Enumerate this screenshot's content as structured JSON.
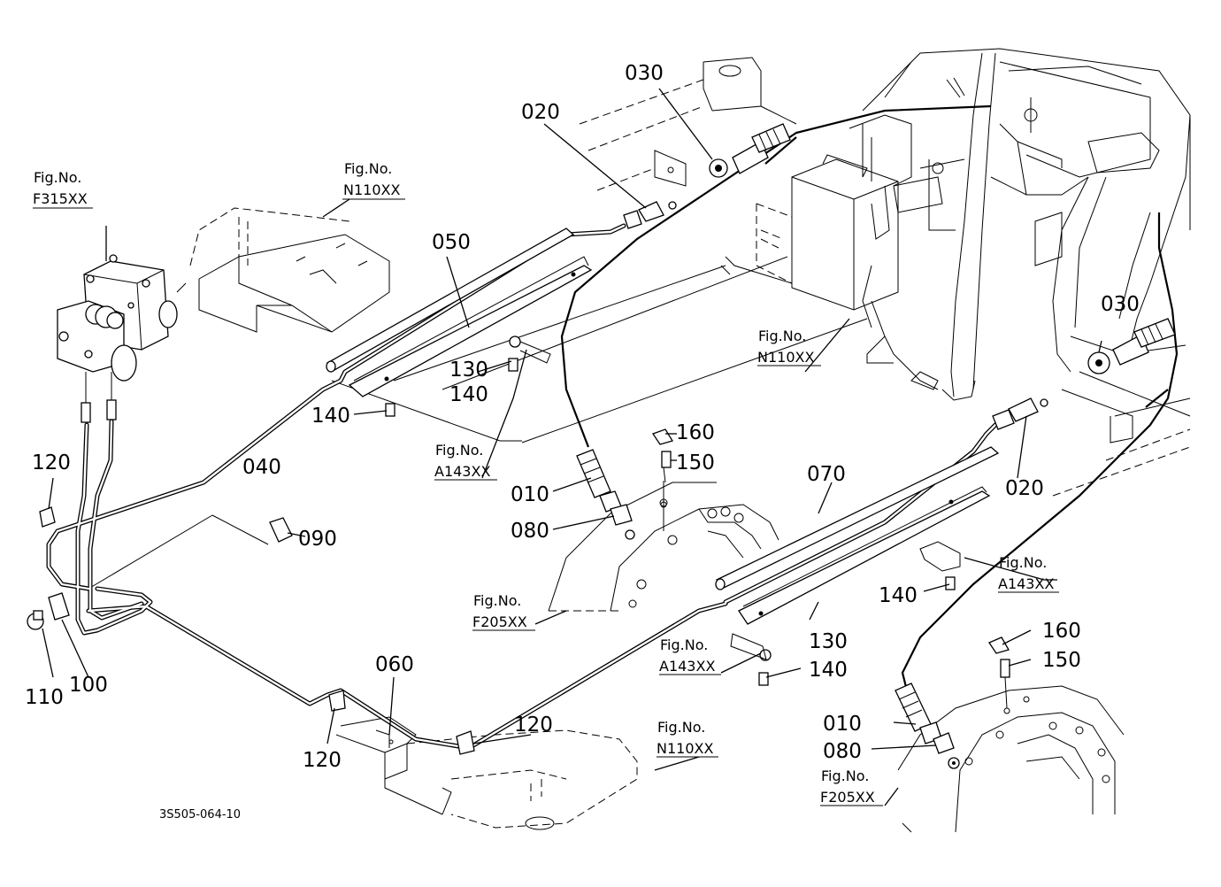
{
  "diagram_code": "3S505-064-10",
  "fig_refs": {
    "f315": [
      "Fig.No.",
      "F315XX"
    ],
    "n110_top": [
      "Fig.No.",
      "N110XX"
    ],
    "n110_mid": [
      "Fig.No.",
      "N110XX"
    ],
    "n110_bot": [
      "Fig.No.",
      "N110XX"
    ],
    "a143_left": [
      "Fig.No.",
      "A143XX"
    ],
    "a143_mid": [
      "Fig.No.",
      "A143XX"
    ],
    "a143_right": [
      "Fig.No.",
      "A143XX"
    ],
    "f205_left": [
      "Fig.No.",
      "F205XX"
    ],
    "f205_right": [
      "Fig.No.",
      "F205XX"
    ]
  },
  "part_labels": {
    "p030_top": "030",
    "p020_top": "020",
    "p050": "050",
    "p130_left": "130",
    "p140_a": "140",
    "p140_b": "140",
    "p040": "040",
    "p120_left": "120",
    "p160_mid": "160",
    "p150_mid": "150",
    "p010_mid": "010",
    "p080_mid": "080",
    "p090": "090",
    "p070": "070",
    "p030_right": "030",
    "p020_right": "020",
    "p140_c": "140",
    "p130_right": "130",
    "p140_d": "140",
    "p160_right": "160",
    "p150_right": "150",
    "p010_right": "010",
    "p080_right": "080",
    "p060": "060",
    "p120_mid": "120",
    "p120_bot": "120",
    "p110": "110",
    "p100": "100"
  }
}
